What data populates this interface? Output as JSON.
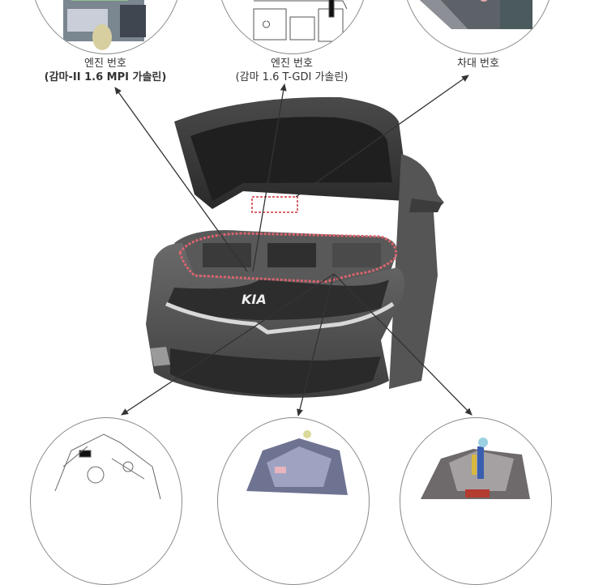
{
  "diagram": {
    "title": "",
    "subject": "Kia car front view with hood open - identification number locations",
    "brand_logo_text": "KIA",
    "top_callouts": [
      {
        "id": "engine-number-gamma2-mpi",
        "label": "엔진 번호",
        "sublabel": "(감마-II 1.6 MPI 가솔린)",
        "image": "engine-color-photo"
      },
      {
        "id": "engine-number-gamma-tgdi",
        "label": "엔진 번호",
        "sublabel": "(감마 1.6 T-GDI 가솔린)",
        "image": "engine-line-drawing"
      },
      {
        "id": "vehicle-number",
        "label": "차대 번호",
        "sublabel": "",
        "image": "chassis-floor-photo"
      }
    ],
    "bottom_callouts": [
      {
        "id": "transmission-line-drawing",
        "label": "",
        "image": "transmission-line-drawing"
      },
      {
        "id": "transmission-color-1",
        "label": "",
        "image": "transmission-color-render"
      },
      {
        "id": "transmission-color-2",
        "label": "",
        "image": "transmission-color-render-2"
      }
    ],
    "colors": {
      "highlight_dashed": "#d9646e",
      "arrow": "#333333",
      "circle_stroke": "#8a8a8a",
      "car_body": "#5a5a5a",
      "background": "#ffffff"
    }
  }
}
